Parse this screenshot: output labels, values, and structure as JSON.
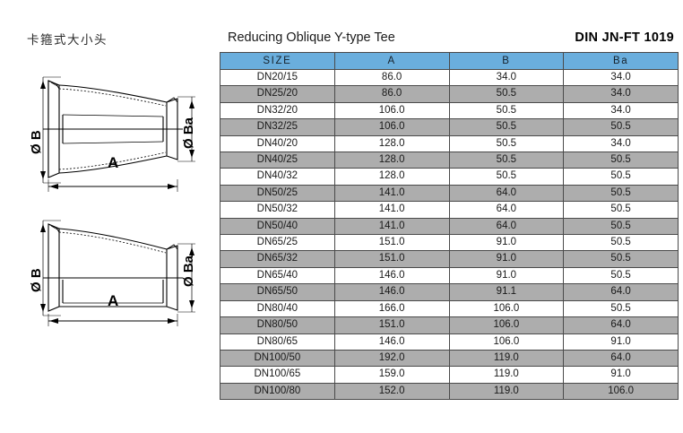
{
  "left": {
    "cn_title": "卡箍式大小头",
    "drawings": [
      {
        "name": "concentric-reducer",
        "labels": {
          "b": "Ø B",
          "ba": "Ø Ba",
          "a": "A"
        }
      },
      {
        "name": "eccentric-reducer",
        "labels": {
          "b": "Ø B",
          "ba": "Ø Ba",
          "a": "A"
        }
      }
    ]
  },
  "header": {
    "title": "Reducing Oblique Y-type Tee",
    "code": "DIN  JN-FT 1019"
  },
  "table": {
    "columns": [
      "SIZE",
      "A",
      "B",
      "Ba"
    ],
    "rows": [
      [
        "DN20/15",
        "86.0",
        "34.0",
        "34.0"
      ],
      [
        "DN25/20",
        "86.0",
        "50.5",
        "34.0"
      ],
      [
        "DN32/20",
        "106.0",
        "50.5",
        "34.0"
      ],
      [
        "DN32/25",
        "106.0",
        "50.5",
        "50.5"
      ],
      [
        "DN40/20",
        "128.0",
        "50.5",
        "34.0"
      ],
      [
        "DN40/25",
        "128.0",
        "50.5",
        "50.5"
      ],
      [
        "DN40/32",
        "128.0",
        "50.5",
        "50.5"
      ],
      [
        "DN50/25",
        "141.0",
        "64.0",
        "50.5"
      ],
      [
        "DN50/32",
        "141.0",
        "64.0",
        "50.5"
      ],
      [
        "DN50/40",
        "141.0",
        "64.0",
        "50.5"
      ],
      [
        "DN65/25",
        "151.0",
        "91.0",
        "50.5"
      ],
      [
        "DN65/32",
        "151.0",
        "91.0",
        "50.5"
      ],
      [
        "DN65/40",
        "146.0",
        "91.0",
        "50.5"
      ],
      [
        "DN65/50",
        "146.0",
        "91.1",
        "64.0"
      ],
      [
        "DN80/40",
        "166.0",
        "106.0",
        "50.5"
      ],
      [
        "DN80/50",
        "151.0",
        "106.0",
        "64.0"
      ],
      [
        "DN80/65",
        "146.0",
        "106.0",
        "91.0"
      ],
      [
        "DN100/50",
        "192.0",
        "119.0",
        "64.0"
      ],
      [
        "DN100/65",
        "159.0",
        "119.0",
        "91.0"
      ],
      [
        "DN100/80",
        "152.0",
        "119.0",
        "106.0"
      ]
    ]
  },
  "colors": {
    "header_blue": "#6aaedd",
    "stripe_gray": "#adadad",
    "page_background": "#ffffff"
  }
}
